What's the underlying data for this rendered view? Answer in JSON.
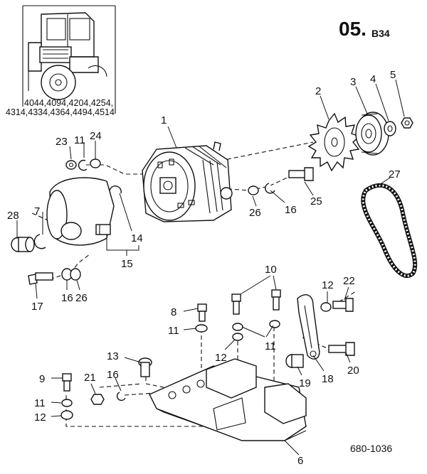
{
  "header": {
    "section_code": "05.",
    "section_suffix": "B34",
    "figure_number": "680-1036"
  },
  "inset": {
    "models_line1": "4044,4094,4204,4254,",
    "models_line2": "4314,4334,4364,4494,4514"
  },
  "callouts": [
    {
      "id": "c1",
      "text": "1"
    },
    {
      "id": "c2",
      "text": "2"
    },
    {
      "id": "c3",
      "text": "3"
    },
    {
      "id": "c4",
      "text": "4"
    },
    {
      "id": "c5",
      "text": "5"
    },
    {
      "id": "c6",
      "text": "6"
    },
    {
      "id": "c7",
      "text": "7"
    },
    {
      "id": "c8",
      "text": "8"
    },
    {
      "id": "c9",
      "text": "9"
    },
    {
      "id": "c10",
      "text": "10"
    },
    {
      "id": "c11a",
      "text": "11"
    },
    {
      "id": "c11b",
      "text": "11"
    },
    {
      "id": "c11c",
      "text": "11"
    },
    {
      "id": "c11d",
      "text": "11"
    },
    {
      "id": "c12a",
      "text": "12"
    },
    {
      "id": "c12b",
      "text": "12"
    },
    {
      "id": "c12c",
      "text": "12"
    },
    {
      "id": "c13",
      "text": "13"
    },
    {
      "id": "c14",
      "text": "14"
    },
    {
      "id": "c15",
      "text": "15"
    },
    {
      "id": "c16a",
      "text": "16"
    },
    {
      "id": "c16b",
      "text": "16"
    },
    {
      "id": "c16c",
      "text": "16"
    },
    {
      "id": "c17",
      "text": "17"
    },
    {
      "id": "c18",
      "text": "18"
    },
    {
      "id": "c19",
      "text": "19"
    },
    {
      "id": "c20",
      "text": "20"
    },
    {
      "id": "c21",
      "text": "21"
    },
    {
      "id": "c22",
      "text": "22"
    },
    {
      "id": "c23",
      "text": "23"
    },
    {
      "id": "c24",
      "text": "24"
    },
    {
      "id": "c25",
      "text": "25"
    },
    {
      "id": "c26a",
      "text": "26"
    },
    {
      "id": "c26b",
      "text": "26"
    },
    {
      "id": "c27",
      "text": "27"
    },
    {
      "id": "c28",
      "text": "28"
    }
  ]
}
